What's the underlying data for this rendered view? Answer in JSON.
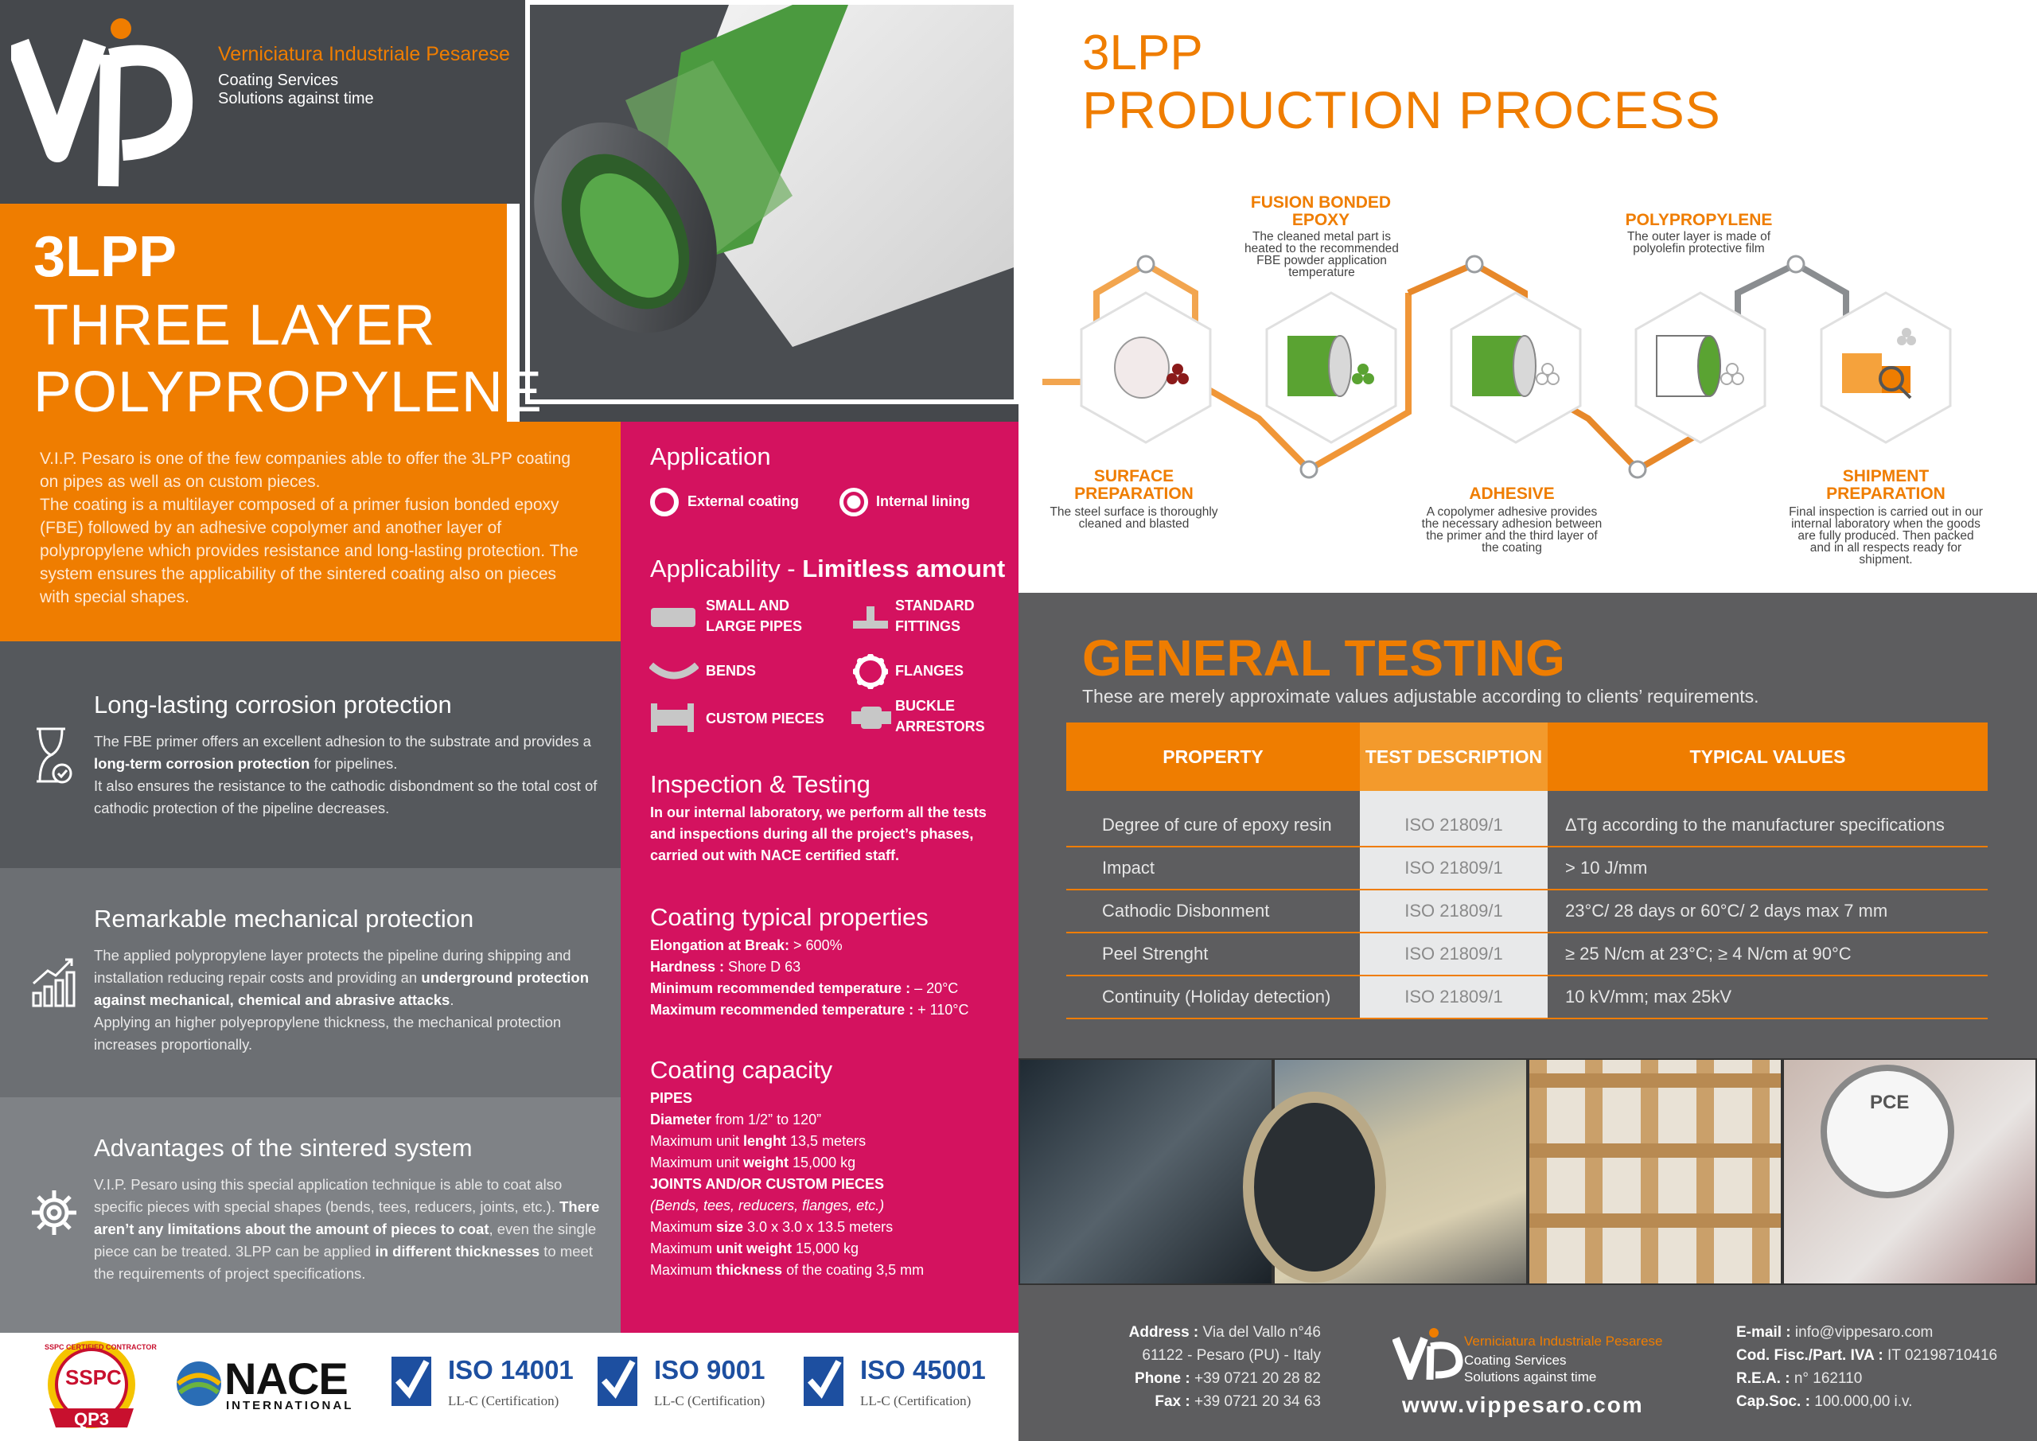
{
  "brand": {
    "company": "Verniciatura Industriale Pesarese",
    "tagline1": "Coating Services",
    "tagline2": "Solutions against time",
    "logo_letters": "VIP"
  },
  "hero": {
    "title_bold": "3LPP",
    "title_line2": "THREE LAYER",
    "title_line3": "POLYPROPYLENE"
  },
  "intro": {
    "p1": "V.I.P. Pesaro is one of the few companies able to offer the 3LPP coating on pipes as well as on custom pieces.",
    "p2": "The coating is a multilayer composed of a primer fusion bonded epoxy (FBE) followed by an adhesive copolymer and another layer of polypropylene which provides resistance and long-lasting protection. The system ensures the applicability of the sintered coating also on pieces with special shapes."
  },
  "features": [
    {
      "title": "Long-lasting corrosion protection",
      "t1": "The FBE primer offers an excellent adhesion to the substrate and provides a ",
      "b1": "long-term corrosion protection",
      "t2": " for pipelines.",
      "t3": "It also ensures the resistance to the cathodic disbondment so the total cost of cathodic protection of the pipeline decreases."
    },
    {
      "title": "Remarkable mechanical protection",
      "t1": "The applied polypropylene layer protects the pipeline during shipping and installation reducing repair costs and providing an ",
      "b1": "underground protection against mechanical, chemical and abrasive attacks",
      "t2": ".",
      "t3": "Applying an higher polyepropylene thickness, the mechanical protection increases proportionally."
    },
    {
      "title": "Advantages of the sintered system",
      "t1": "V.I.P. Pesaro using this special application technique is able to coat also specific pieces with special shapes (bends, tees, reducers, joints, etc.). ",
      "b1": "There aren’t any limitations about the amount of pieces to coat",
      "t2": ", even the single piece can be treated. 3LPP can be applied ",
      "b2": "in different thicknesses",
      "t3": " to meet the requirements of project specifications."
    }
  ],
  "application": {
    "heading": "Application",
    "option1": "External coating",
    "option2": "Internal lining"
  },
  "applicability": {
    "heading": "Applicability - ",
    "heading_bold": "Limitless amount",
    "items": [
      "SMALL AND LARGE PIPES",
      "STANDARD FITTINGS",
      "BENDS",
      "FLANGES",
      "CUSTOM PIECES",
      "BUCKLE ARRESTORS"
    ]
  },
  "inspection": {
    "heading": "Inspection & Testing",
    "text": "In our internal laboratory, we perform all the tests and inspections during all the project’s phases, carried out with NACE certified staff."
  },
  "properties": {
    "heading": "Coating typical properties",
    "rows": [
      {
        "label": "Elongation at Break:",
        "value": " > 600%"
      },
      {
        "label": "Hardness :",
        "value": " Shore D 63"
      },
      {
        "label": "Minimum recommended temperature :",
        "value": " – 20°C"
      },
      {
        "label": "Maximum recommended temperature :",
        "value": " + 110°C"
      }
    ]
  },
  "capacity": {
    "heading": "Coating capacity",
    "pipes_label": "PIPES",
    "diam_b": "Diameter",
    "diam_t": " from 1/2” to 120”",
    "len_t": "Maximum unit ",
    "len_b": "lenght",
    "len_v": " 13,5 meters",
    "wgt_t": "Maximum unit  ",
    "wgt_b": "weight",
    "wgt_v": " 15,000 kg",
    "joints_label": "JOINTS AND/OR CUSTOM PIECES",
    "joints_note": "(Bends, tees, reducers, flanges, etc.)",
    "size_t": "Maximum ",
    "size_b": "size",
    "size_v": " 3.0 x 3.0 x 13.5 meters",
    "uw_t": "Maximum ",
    "uw_b": "unit weight",
    "uw_v": " 15,000 kg",
    "th_t": "Maximum ",
    "th_b": "thickness",
    "th_v": " of the coating 3,5 mm"
  },
  "process": {
    "title1": "3LPP",
    "title2": "PRODUCTION PROCESS",
    "steps": [
      {
        "title": "SURFACE PREPARATION",
        "desc": "The steel surface is thoroughly cleaned and blasted"
      },
      {
        "title": "FUSION BONDED EPOXY",
        "desc": "The cleaned metal part is heated to the recommended FBE powder application temperature"
      },
      {
        "title": "ADHESIVE",
        "desc": "A copolymer adhesive provides the necessary adhesion between the primer and the third layer of the coating"
      },
      {
        "title": "POLYPROPYLENE",
        "desc": "The outer layer is made of polyolefin protective film"
      },
      {
        "title": "SHIPMENT PREPARATION",
        "desc": "Final inspection is carried out in our internal laboratory when the goods are fully produced. Then packed and in all respects ready for shipment."
      }
    ]
  },
  "testing": {
    "title": "GENERAL TESTING",
    "subtitle": "These are merely approximate values adjustable according to clients’ requirements.",
    "headers": [
      "PROPERTY",
      "TEST DESCRIPTION",
      "TYPICAL VALUES"
    ],
    "rows": [
      [
        "Degree of cure of epoxy resin",
        "ISO 21809/1",
        "ΔTg according to the manufacturer specifications"
      ],
      [
        "Impact",
        "ISO 21809/1",
        "> 10 J/mm"
      ],
      [
        "Cathodic Disbonment",
        "ISO 21809/1",
        "23°C/ 28 days or 60°C/ 2 days max 7 mm"
      ],
      [
        "Peel Strenght",
        "ISO 21809/1",
        "≥ 25 N/cm at 23°C; ≥ 4 N/cm at 90°C"
      ],
      [
        "Continuity (Holiday detection)",
        "ISO 21809/1",
        "10 kV/mm; max 25kV"
      ]
    ]
  },
  "photo_gauge_text": "PCE",
  "footer": {
    "address_label": "Address :",
    "address1": "Via del Vallo n°46",
    "address2": "61122 - Pesaro (PU) - Italy",
    "phone_label": "Phone :",
    "phone": "+39 0721 20 28 82",
    "fax_label": "Fax :",
    "fax": "+39 0721 20 34 63",
    "website": "www.vippesaro.com",
    "email_label": "E-mail :",
    "email": "info@vippesaro.com",
    "fisc_label": "Cod. Fisc./Part. IVA :",
    "fisc": "IT 02198710416",
    "rea_label": "R.E.A. :",
    "rea": "n° 162110",
    "cap_label": "Cap.Soc. :",
    "cap": "100.000,00 i.v."
  },
  "certs": {
    "sspc_top": "SSPC CERTIFIED CONTRACTOR",
    "sspc_mid": "SSPC",
    "sspc_bottom": "QP3",
    "nace": "NACE",
    "nace_sub": "INTERNATIONAL",
    "items": [
      {
        "name": "ISO 14001",
        "sub": "LL-C (Certification)"
      },
      {
        "name": "ISO 9001",
        "sub": "LL-C (Certification)"
      },
      {
        "name": "ISO 45001",
        "sub": "LL-C (Certification)"
      }
    ]
  },
  "colors": {
    "orange": "#ef7d00",
    "magenta": "#d4125f",
    "dark_grey": "#45484c",
    "green": "#5aa332"
  }
}
